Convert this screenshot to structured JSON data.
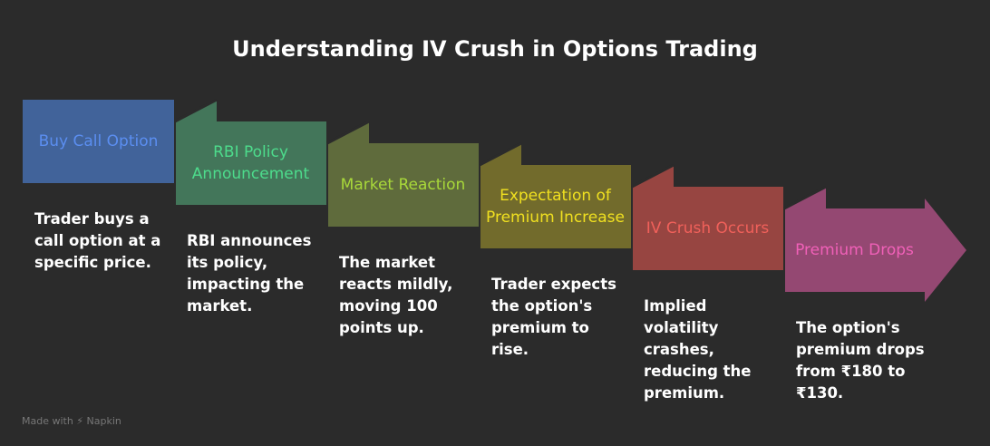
{
  "title": "Understanding IV Crush in Options Trading",
  "steps": [
    {
      "label": "Buy Call Option",
      "desc": "Trader buys a call option at a specific price.",
      "fill": "#41639a",
      "text": "#5b8ef0"
    },
    {
      "label": "RBI Policy Announcement",
      "desc": "RBI announces its policy, impacting the market.",
      "fill": "#43765a",
      "text": "#4ddc8c"
    },
    {
      "label": "Market Reaction",
      "desc": "The market reacts mildly, moving 100 points up.",
      "fill": "#5f6b3c",
      "text": "#a8d83a"
    },
    {
      "label": "Expectation of Premium Increase",
      "desc": "Trader expects the option's premium to rise.",
      "fill": "#726b2c",
      "text": "#f0e020"
    },
    {
      "label": "IV Crush Occurs",
      "desc": "Implied volatility crashes, reducing the premium.",
      "fill": "#974541",
      "text": "#f0605a"
    },
    {
      "label": "Premium Drops",
      "desc": "The option's premium drops from ₹180 to ₹130.",
      "fill": "#944872",
      "text": "#f060b8"
    }
  ],
  "footer": "Made with ⚡ Napkin"
}
